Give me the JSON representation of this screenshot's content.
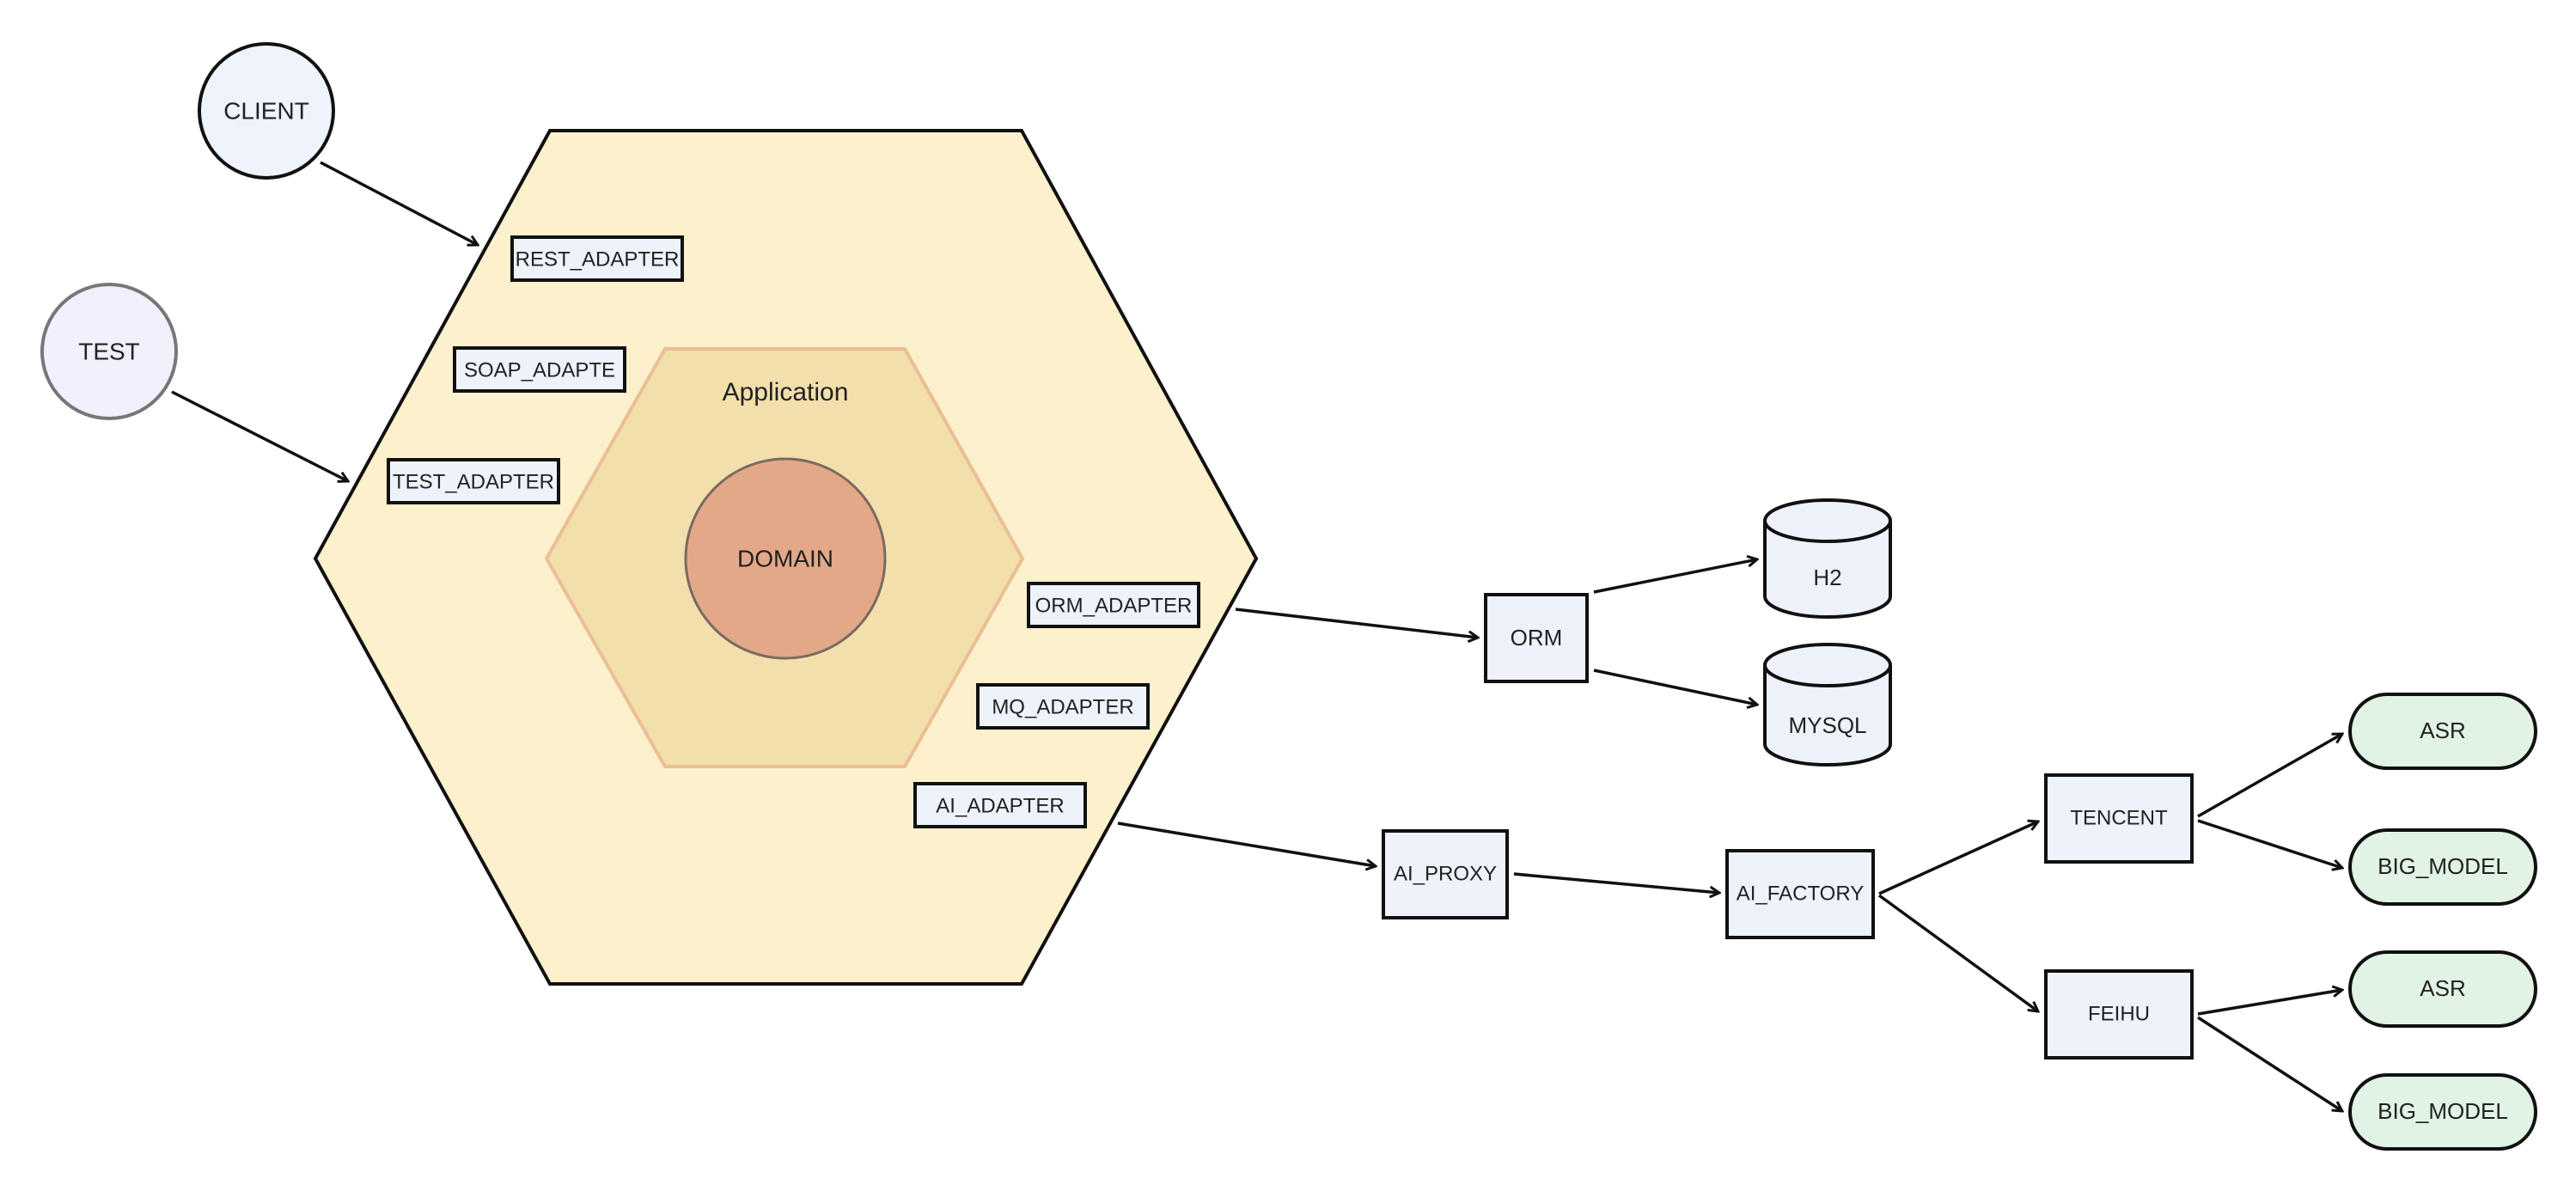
{
  "colors": {
    "outer_hex_fill": "#fdf0cc",
    "inner_hex_fill": "#f2dfac",
    "inner_hex_stroke": "#ebbf94",
    "domain_fill": "#e3a888",
    "domain_stroke": "#7a6a60",
    "box_fill": "#eef2fb",
    "client_fill": "#eef3fc",
    "test_fill": "#f3effc",
    "test_stroke": "#777777",
    "pill_fill": "#e0f3e4",
    "stroke": "#111111"
  },
  "clients": {
    "client": "CLIENT",
    "test": "TEST"
  },
  "core": {
    "application": "Application",
    "domain": "DOMAIN"
  },
  "adapters": {
    "rest": "REST_ADAPTER",
    "soap": "SOAP_ADAPTE",
    "test": "TEST_ADAPTER",
    "orm": "ORM_ADAPTER",
    "mq": "MQ_ADAPTER",
    "ai": "AI_ADAPTER"
  },
  "infra": {
    "orm": "ORM",
    "h2": "H2",
    "mysql": "MYSQL",
    "ai_proxy": "AI_PROXY",
    "ai_factory": "AI_FACTORY",
    "tencent": "TENCENT",
    "feihu": "FEIHU"
  },
  "services": {
    "tencent_asr": "ASR",
    "tencent_big_model": "BIG_MODEL",
    "feihu_asr": "ASR",
    "feihu_big_model": "BIG_MODEL"
  }
}
